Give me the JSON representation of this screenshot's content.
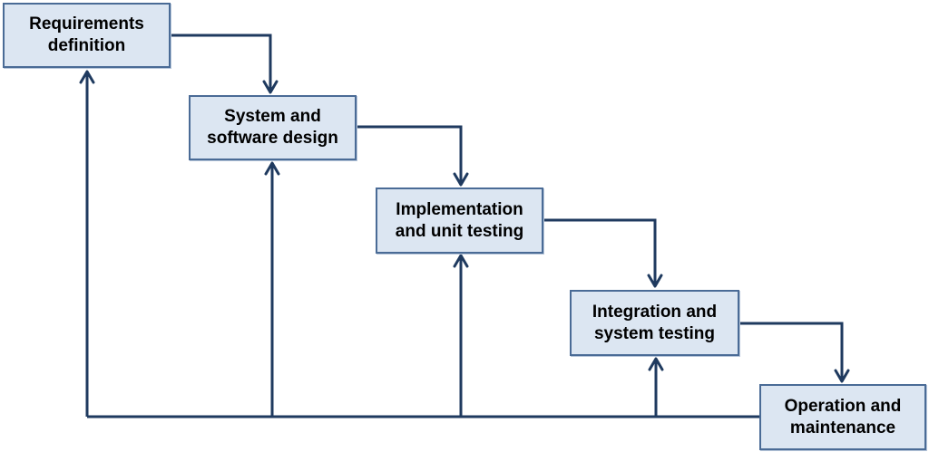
{
  "stages": [
    {
      "label": "Requirements definition"
    },
    {
      "label": "System and software design"
    },
    {
      "label": "Implementation and unit testing"
    },
    {
      "label": "Integration and system testing"
    },
    {
      "label": "Operation and maintenance"
    }
  ],
  "colors": {
    "box_fill": "#dce6f2",
    "box_border": "#4a6b96",
    "connector": "#1f3a5f"
  }
}
